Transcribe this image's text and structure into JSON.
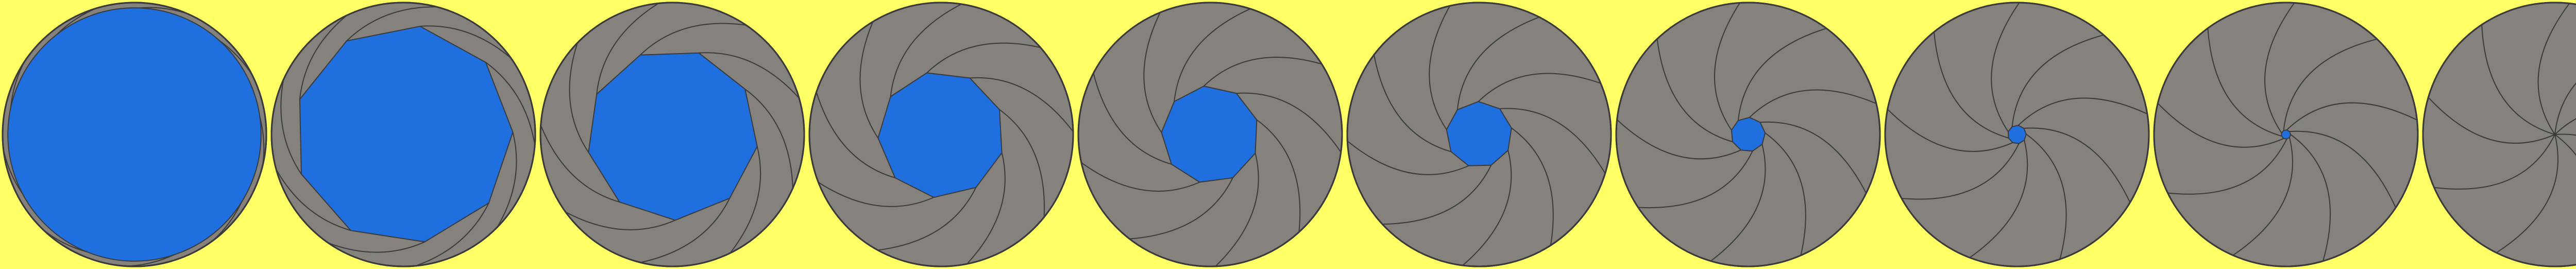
{
  "figure": {
    "description_visible_text": "",
    "frame_count": 10,
    "blade_count": 9,
    "colors": {
      "background": "#ffff66",
      "blade_fill": "#85817c",
      "outline": "#3a3a3a",
      "opening": "#1f6fde"
    },
    "frames": [
      {
        "aperture_fraction": 0.96
      },
      {
        "aperture_fraction": 0.83
      },
      {
        "aperture_fraction": 0.65
      },
      {
        "aperture_fraction": 0.48
      },
      {
        "aperture_fraction": 0.37
      },
      {
        "aperture_fraction": 0.25
      },
      {
        "aperture_fraction": 0.13
      },
      {
        "aperture_fraction": 0.07
      },
      {
        "aperture_fraction": 0.035
      },
      {
        "aperture_fraction": 0.0
      }
    ]
  }
}
